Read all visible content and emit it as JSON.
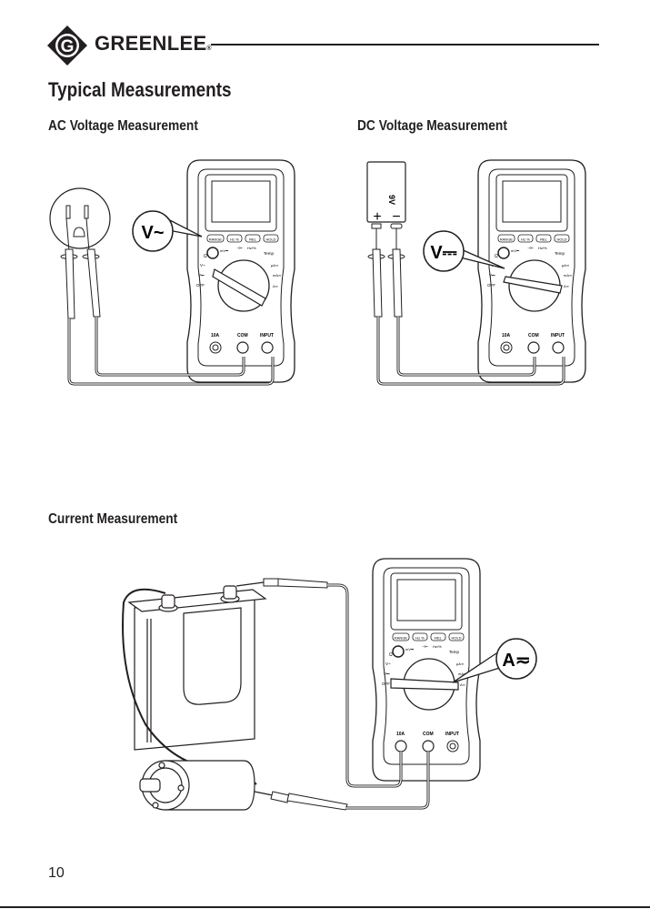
{
  "header": {
    "brand": "GREENLEE",
    "brand_mark": "®",
    "logo_letter": "G"
  },
  "page_title": "Typical Measurements",
  "sections": {
    "ac_voltage": {
      "title": "AC Voltage Measurement",
      "callout_symbol": "V~",
      "source": "wall outlet"
    },
    "dc_voltage": {
      "title": "DC Voltage Measurement",
      "callout_symbol": "V⎓",
      "battery_label": "9V",
      "battery_plus": "+",
      "battery_minus": "−"
    },
    "current": {
      "title": "Current Measurement",
      "callout_symbol": "A≂",
      "source": "battery and motor"
    }
  },
  "meter": {
    "buttons": [
      "RANGE",
      "Hz %",
      "REL",
      "HOLD"
    ],
    "dial_left": [
      "Ω",
      "V~",
      "V⎓",
      "OFF"
    ],
    "dial_top": [
      "mV⎓",
      "⊣⊢",
      "Hz/%",
      "Temp"
    ],
    "dial_right": [
      "µA≂",
      "mA≂",
      "A≂"
    ],
    "jacks": [
      "10A",
      "COM",
      "INPUT"
    ]
  },
  "footer": {
    "page_number": "10"
  }
}
